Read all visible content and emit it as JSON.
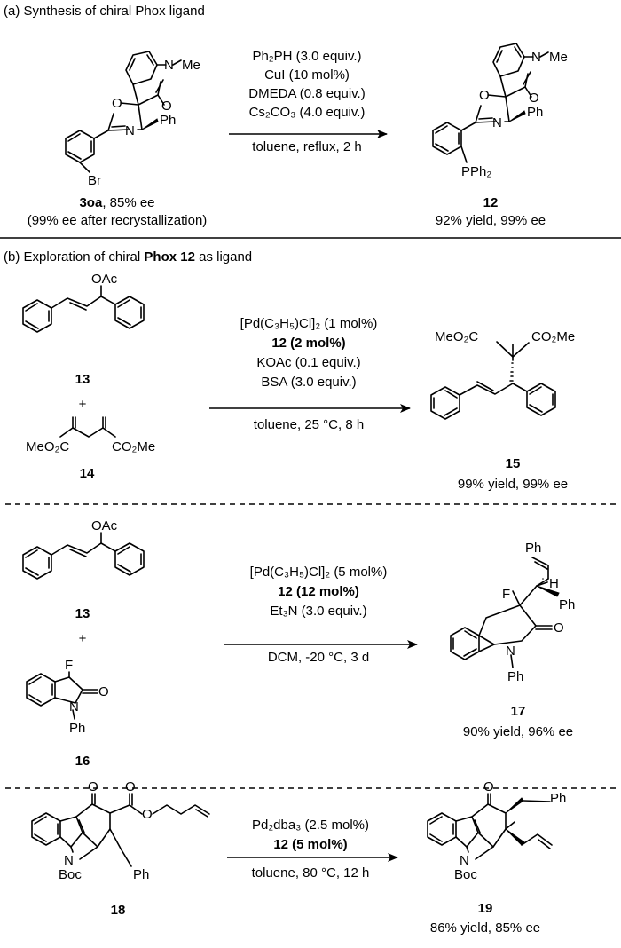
{
  "section_a": {
    "title": "(a) Synthesis of chiral Phox ligand",
    "conditions": [
      "Ph₂PH (3.0 equiv.)",
      "CuI (10 mol%)",
      "DMEDA (0.8 equiv.)",
      "Cs₂CO₃ (4.0 equiv.)",
      "toluene, reflux, 2 h"
    ],
    "reactant": {
      "id": "3oa",
      "caption_ee": ", 85% ee",
      "caption_line2": "(99% ee after recrystallization)",
      "atoms": {
        "o": "O",
        "n": "N",
        "nme": "N",
        "me": "Me",
        "o2": "O",
        "ph": "Ph",
        "br": "Br"
      }
    },
    "product": {
      "id": "12",
      "caption": "92% yield, 99% ee",
      "atoms": {
        "o": "O",
        "n": "N",
        "nme": "N",
        "me": "Me",
        "o2": "O",
        "ph": "Ph",
        "pph2": "PPh₂"
      }
    }
  },
  "section_b": {
    "title_prefix": "(b) Exploration of chiral ",
    "title_bold": "Phox 12",
    "title_suffix": " as ligand",
    "plus": "+",
    "reaction1": {
      "conditions": [
        "[Pd(C₃H₅)Cl]₂ (1 mol%)",
        "12 (2 mol%)",
        "KOAc (0.1 equiv.)",
        "BSA (3.0 equiv.)",
        "toluene, 25 °C, 8 h"
      ],
      "substrate_id": "13",
      "substrate_label": "OAc",
      "nucleophile_id": "14",
      "nucleophile_left": "MeO₂C",
      "nucleophile_right": "CO₂Me",
      "product_id": "15",
      "product_left": "MeO₂C",
      "product_right": "CO₂Me",
      "caption": "99% yield, 99% ee"
    },
    "reaction2": {
      "conditions": [
        "[Pd(C₃H₅)Cl]₂ (5 mol%)",
        "12 (12 mol%)",
        "Et₃N (3.0 equiv.)",
        "DCM, -20 °C, 3 d"
      ],
      "substrate_id": "13",
      "substrate_label": "OAc",
      "nucleophile_id": "16",
      "nucleophile_atoms": {
        "f": "F",
        "o": "O",
        "n": "N",
        "ph": "Ph"
      },
      "product_id": "17",
      "product_atoms": {
        "ph_top": "Ph",
        "f": "F",
        "h": "H",
        "ph_side": "Ph",
        "o": "O",
        "n": "N",
        "ph_n": "Ph"
      },
      "caption": "90% yield, 96% ee"
    },
    "reaction3": {
      "conditions": [
        "Pd₂dba₃ (2.5 mol%)",
        "12 (5 mol%)",
        "toluene, 80 °C, 12 h"
      ],
      "substrate_id": "18",
      "substrate_atoms": {
        "o_keto": "O",
        "o_ester": "O",
        "o_ether": "O",
        "n": "N",
        "boc": "Boc",
        "ph": "Ph"
      },
      "product_id": "19",
      "product_atoms": {
        "o_keto": "O",
        "ph": "Ph",
        "n": "N",
        "boc": "Boc"
      },
      "caption": "86% yield, 85% ee"
    }
  }
}
